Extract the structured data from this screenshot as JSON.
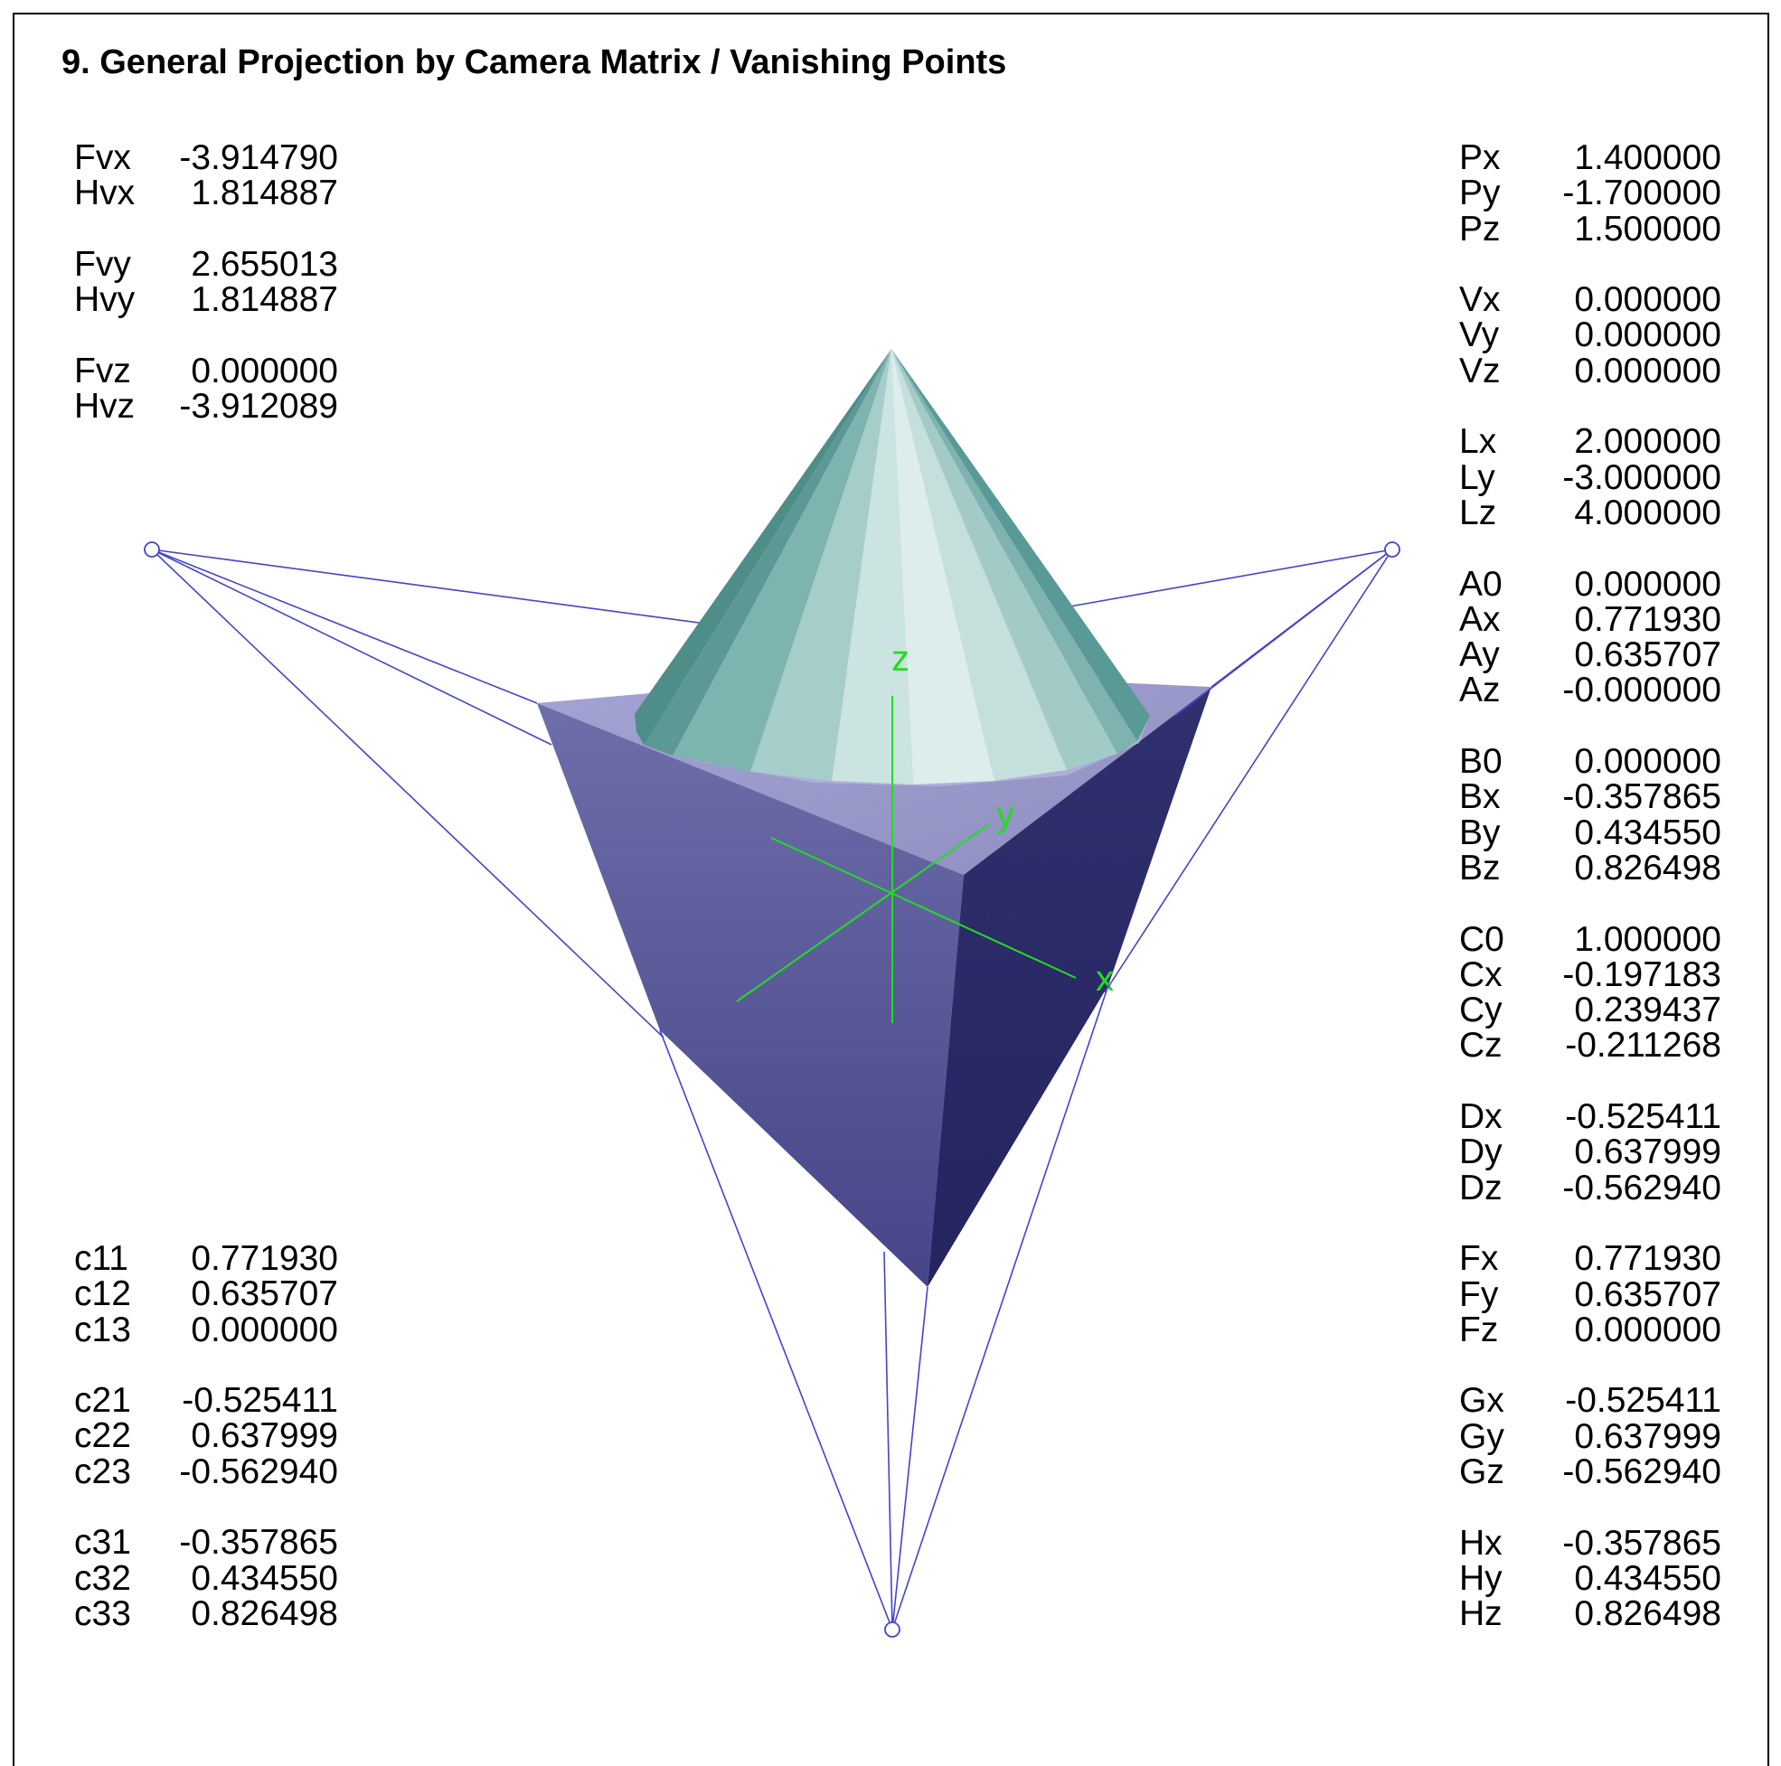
{
  "title": "9. General Projection by Camera Matrix / Vanishing Points",
  "colors": {
    "vanishing_lines": "#4444cc",
    "axes": "#22dd22",
    "cube_top": "#9c9ccc",
    "cube_left": "#5c5c9e",
    "cube_right": "#2c2c6a",
    "cone_light": "#dceeed",
    "cone_dark": "#5a9a96"
  },
  "axes_labels": {
    "x": "x",
    "y": "y",
    "z": "z"
  },
  "vanishing_params": [
    [
      {
        "label": "Fvx",
        "value": "-3.914790"
      },
      {
        "label": "Hvx",
        "value": "1.814887"
      }
    ],
    [
      {
        "label": "Fvy",
        "value": "2.655013"
      },
      {
        "label": "Hvy",
        "value": "1.814887"
      }
    ],
    [
      {
        "label": "Fvz",
        "value": "0.000000"
      },
      {
        "label": "Hvz",
        "value": "-3.912089"
      }
    ]
  ],
  "camera_matrix": [
    [
      {
        "label": "c11",
        "value": "0.771930"
      },
      {
        "label": "c12",
        "value": "0.635707"
      },
      {
        "label": "c13",
        "value": "0.000000"
      }
    ],
    [
      {
        "label": "c21",
        "value": "-0.525411"
      },
      {
        "label": "c22",
        "value": "0.637999"
      },
      {
        "label": "c23",
        "value": "-0.562940"
      }
    ],
    [
      {
        "label": "c31",
        "value": "-0.357865"
      },
      {
        "label": "c32",
        "value": "0.434550"
      },
      {
        "label": "c33",
        "value": "0.826498"
      }
    ]
  ],
  "right_params": [
    [
      {
        "label": "Px",
        "value": "1.400000"
      },
      {
        "label": "Py",
        "value": "-1.700000"
      },
      {
        "label": "Pz",
        "value": "1.500000"
      }
    ],
    [
      {
        "label": "Vx",
        "value": "0.000000"
      },
      {
        "label": "Vy",
        "value": "0.000000"
      },
      {
        "label": "Vz",
        "value": "0.000000"
      }
    ],
    [
      {
        "label": "Lx",
        "value": "2.000000"
      },
      {
        "label": "Ly",
        "value": "-3.000000"
      },
      {
        "label": "Lz",
        "value": "4.000000"
      }
    ],
    [
      {
        "label": "A0",
        "value": "0.000000"
      },
      {
        "label": "Ax",
        "value": "0.771930"
      },
      {
        "label": "Ay",
        "value": "0.635707"
      },
      {
        "label": "Az",
        "value": "-0.000000"
      }
    ],
    [
      {
        "label": "B0",
        "value": "0.000000"
      },
      {
        "label": "Bx",
        "value": "-0.357865"
      },
      {
        "label": "By",
        "value": "0.434550"
      },
      {
        "label": "Bz",
        "value": "0.826498"
      }
    ],
    [
      {
        "label": "C0",
        "value": "1.000000"
      },
      {
        "label": "Cx",
        "value": "-0.197183"
      },
      {
        "label": "Cy",
        "value": "0.239437"
      },
      {
        "label": "Cz",
        "value": "-0.211268"
      }
    ],
    [
      {
        "label": "Dx",
        "value": "-0.525411"
      },
      {
        "label": "Dy",
        "value": "0.637999"
      },
      {
        "label": "Dz",
        "value": "-0.562940"
      }
    ],
    [
      {
        "label": "Fx",
        "value": "0.771930"
      },
      {
        "label": "Fy",
        "value": "0.635707"
      },
      {
        "label": "Fz",
        "value": "0.000000"
      }
    ],
    [
      {
        "label": "Gx",
        "value": "-0.525411"
      },
      {
        "label": "Gy",
        "value": "0.637999"
      },
      {
        "label": "Gz",
        "value": "-0.562940"
      }
    ],
    [
      {
        "label": "Hx",
        "value": "-0.357865"
      },
      {
        "label": "Hy",
        "value": "0.434550"
      },
      {
        "label": "Hz",
        "value": "0.826498"
      }
    ]
  ]
}
